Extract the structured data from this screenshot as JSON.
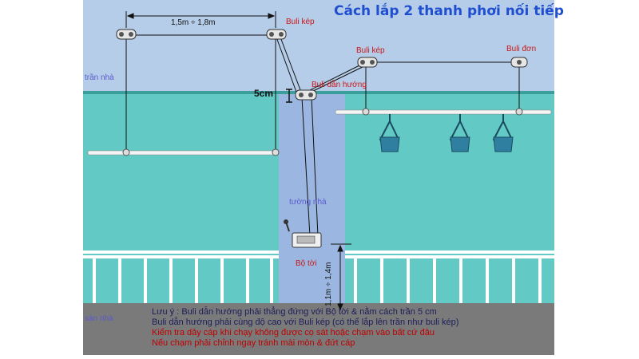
{
  "title": "Cách lắp 2 thanh phơi nối tiếp",
  "labels": {
    "span": "1,5m ÷ 1,8m",
    "buli_kep_left": "Buli kép",
    "buli_kep_right": "Buli kép",
    "buli_don": "Buli đơn",
    "buli_dan_huong": "Buli dẫn hướng",
    "five_cm": "5cm",
    "tran_nha": "trần nhà",
    "tuong_nha": "tường nhà",
    "bo_toi": "Bộ tời",
    "height": "1,1m ÷ 1,4m",
    "san_nha": "sàn nhà"
  },
  "notes": [
    "Lưu ý : Buli dẫn hướng phải thẳng đứng với Bộ tời & nằm cách trần 5 cm",
    "Buli dẫn hướng phải cùng độ cao với Buli kép (có thể lắp lên trần như buli kép)",
    "Kiểm tra dây cáp khi chạy không được cọ sát hoặc chạm vào bất cứ đâu",
    "Nếu chạm phải chỉnh ngay tránh mài mòn & đứt cáp"
  ],
  "colors": {
    "sky": "#b5cde8",
    "ceiling": "#62c9c4",
    "wall": "#9bb6e0",
    "floor": "#7a7a7a",
    "title": "#1f4fd0",
    "red_label": "#c81818"
  }
}
